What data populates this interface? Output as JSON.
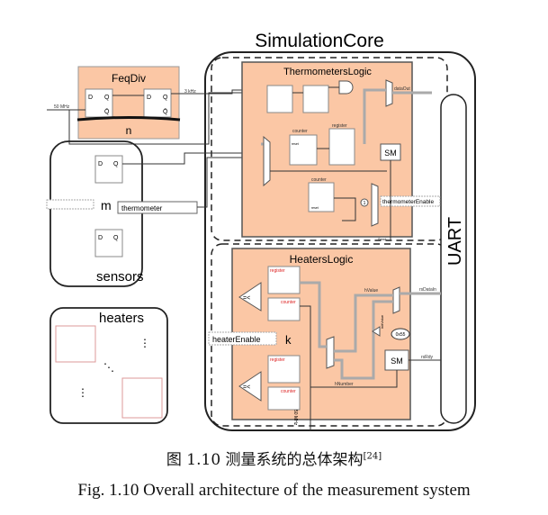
{
  "diagram": {
    "core_title": "SimulationCore",
    "feqdiv": {
      "title": "FeqDiv",
      "count": "n",
      "input_freq": "50 MHz",
      "output_freq": "3 kHz"
    },
    "sensors": {
      "title": "sensors",
      "count": "m",
      "signal": "thermometer"
    },
    "heaters": {
      "title": "heaters"
    },
    "thermometers_logic": {
      "title": "ThermometersLogic",
      "counter1": "counter",
      "register": "register",
      "counter2": "counter",
      "sm": "SM",
      "data_out": "dataOut",
      "enable": "thermometerEnable",
      "send": "Send",
      "reset1": "reset",
      "reset2": "reset",
      "const": "1"
    },
    "heaters_logic": {
      "title": "HeatersLogic",
      "register": "register",
      "counter": "counter",
      "h_value": "hValue",
      "h_number": "hNumber",
      "init_value": "initValue",
      "const": "0x55",
      "sm": "SM",
      "rs_data_in": "rsDataIn",
      "rs_rdy": "rsRdy",
      "enable": "heaterEnable",
      "count": "k",
      "clock": "50 MHz",
      "cmp": "=<"
    },
    "uart": "UART",
    "colors": {
      "block_fill": "#fbc7a5",
      "block_stroke": "#555555"
    }
  },
  "caption": {
    "zh": "图 1.10  测量系统的总体架构",
    "zh_ref": "[24]",
    "en": "Fig. 1.10 Overall architecture of the measurement system"
  }
}
